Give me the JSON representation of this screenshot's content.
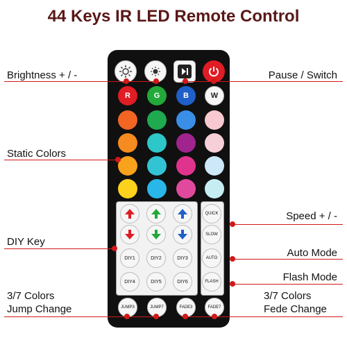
{
  "title": "44 Keys IR LED Remote Control",
  "labels": {
    "brightness": "Brightness + / -",
    "pause_switch": "Pause / Switch",
    "static_colors": "Static Colors",
    "speed": "Speed + / -",
    "diy_key": "DIY Key",
    "auto_mode": "Auto Mode",
    "flash_mode": "Flash Mode",
    "jump_line1": "3/7 Colors",
    "jump_line2": "Jump Change",
    "fade_line1": "3/7 Colors",
    "fade_line2": "Fede Change"
  },
  "buttons": {
    "rgbw": [
      "R",
      "G",
      "B",
      "W"
    ],
    "quick": "QUICK",
    "slow": "SLOW",
    "auto": "AUTO",
    "flash": "FLASH",
    "diy": [
      "DIY1",
      "DIY2",
      "DIY3",
      "DIY4",
      "DIY5",
      "DIY6"
    ],
    "bottom": [
      "JUMP3",
      "JUMP7",
      "FADE3",
      "FADE7"
    ]
  },
  "colors": {
    "title": "#5a1818",
    "remote_body": "#101010",
    "power": "#e01c24",
    "pointer_line": "#d21818",
    "rgbw_row": [
      "#e01c24",
      "#22a93a",
      "#1e5fc8",
      "#f6f6f6"
    ],
    "grid": [
      [
        "#f26522",
        "#1faa4f",
        "#3a8ee6",
        "#f8c9cf"
      ],
      [
        "#f68b1f",
        "#2ec7c9",
        "#a0248e",
        "#f7cfd8"
      ],
      [
        "#f9a21b",
        "#33c4d4",
        "#e0338e",
        "#cde8f8"
      ],
      [
        "#fcd21c",
        "#29b6e8",
        "#e1499d",
        "#c6edf2"
      ]
    ],
    "arrow_red": "#e01c24",
    "arrow_green": "#22a93a",
    "arrow_blue": "#1e5fc8"
  },
  "icons": {
    "brightness_up": "sun-up-icon",
    "brightness_down": "sun-down-icon",
    "play_pause": "play-pause-icon",
    "power": "power-icon",
    "arrows": [
      "arrow-up-icon",
      "arrow-down-icon"
    ]
  }
}
